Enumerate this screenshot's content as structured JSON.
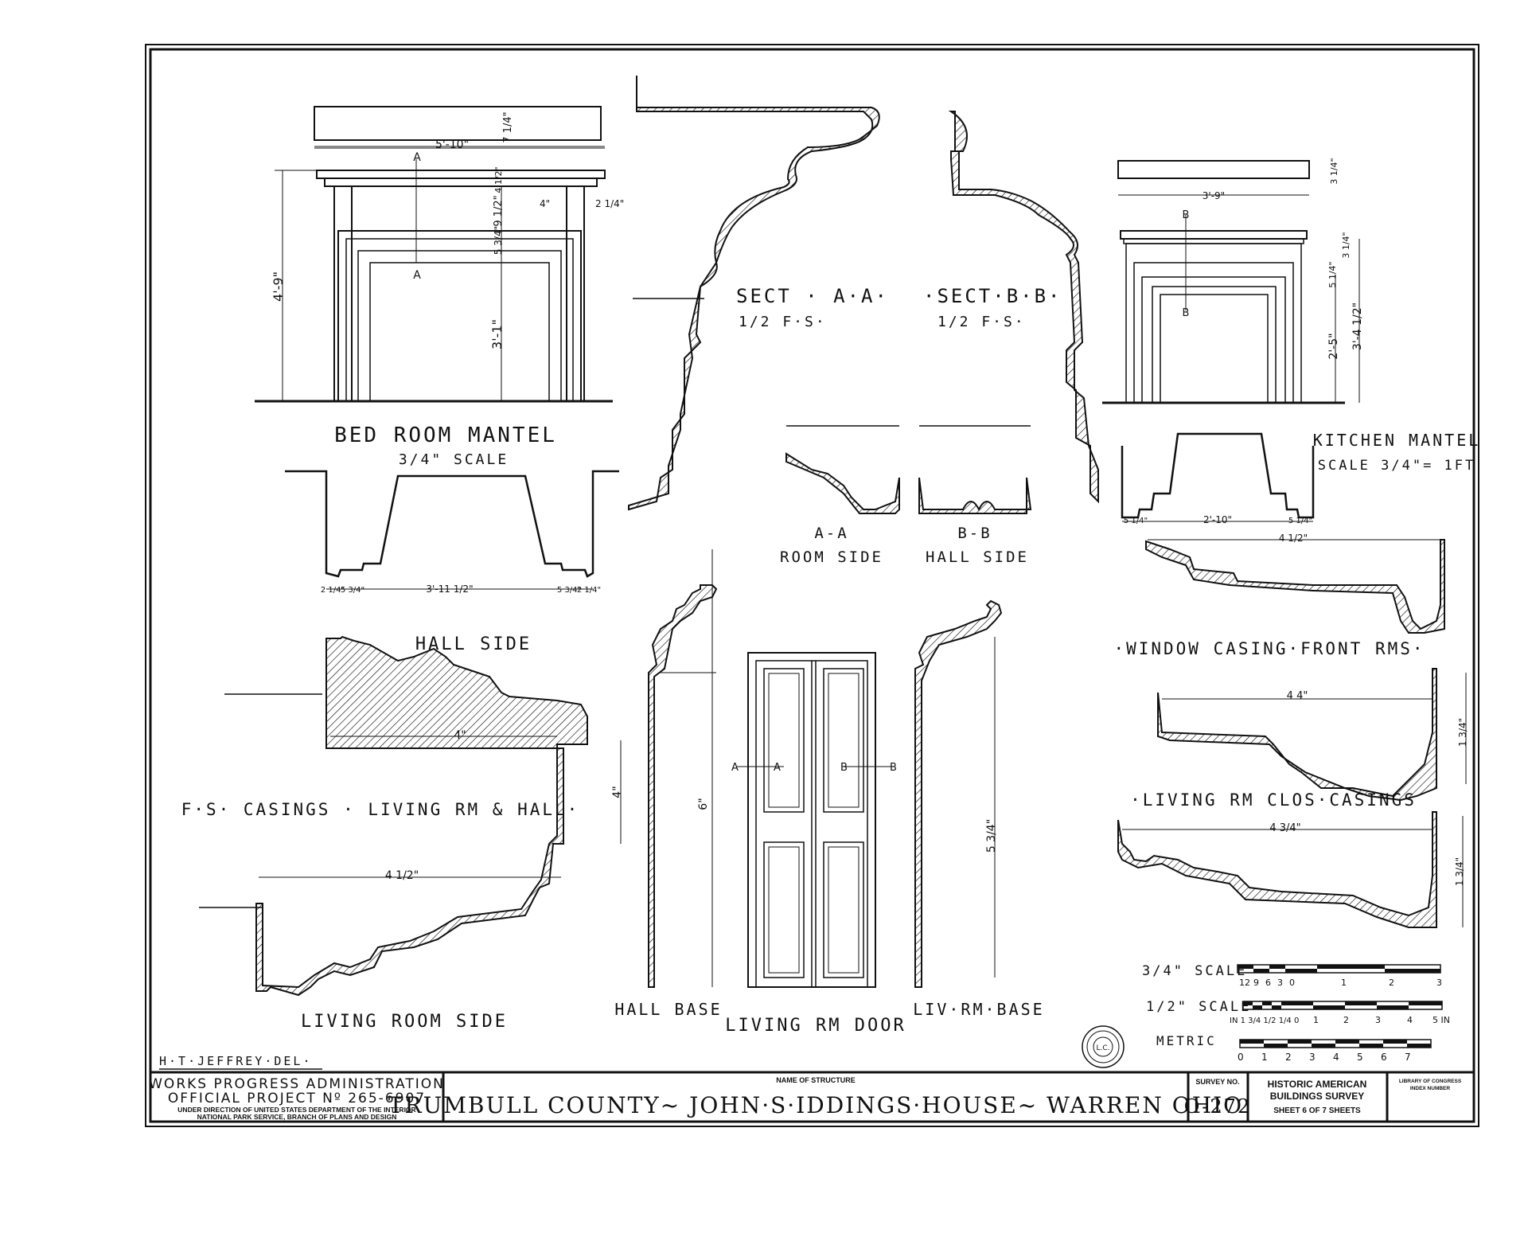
{
  "labels": {
    "bedroom_mantel": "BED ROOM  MANTEL",
    "bedroom_scale": "3/4\" SCALE",
    "sect_aa": "SECT · A·A·",
    "sect_aa_scale": "1/2 F·S·",
    "sect_bb": "·SECT·B·B·",
    "sect_bb_scale": "1/2 F·S·",
    "kitchen_mantel": "KITCHEN MANTEL",
    "kitchen_scale": "SCALE 3/4\"= 1FT",
    "hall_side_1": "HALL  SIDE",
    "aa_room_side_1": "A-A",
    "aa_room_side_2": "ROOM SIDE",
    "bb_hall_side_1": "B-B",
    "bb_hall_side_2": "HALL SIDE",
    "window_casing": "·WINDOW  CASING·FRONT RMS·",
    "fs_casings": "F·S· CASINGS · LIVING RM & HALL·",
    "living_clos": "·LIVING RM CLOS·CASINGS",
    "living_room_side": "LIVING  ROOM  SIDE",
    "hall_base": "HALL BASE",
    "living_rm_door": "LIVING RM DOOR",
    "liv_rm_base": "LIV·RM·BASE",
    "scale_34": "3/4\" SCALE",
    "scale_12": "1/2\" SCALE",
    "metric": "METRIC",
    "delineator": "H·T·JEFFREY·DEL·"
  },
  "dimensions": {
    "bm_top": "7 1/4\"",
    "bm_width": "5'-10\"",
    "bm_height": "4'-9\"",
    "bm_opening": "3'-1\"",
    "bm_frieze": "9 1/2\"",
    "bm_band": "5 3/4\"",
    "bm_side": "4\"",
    "bm_side2": "2 1/4\"",
    "bm_cap": "4 1/2\"",
    "hall_width": "3'-11 1/2\"",
    "hall_l1": "2 1/4\"",
    "hall_l2": "5 3/4\"",
    "hall_r1": "5 3/4\"",
    "hall_r2": "2 1/4\"",
    "km_top": "3 1/4\"",
    "km_width": "3'-9\"",
    "km_height": "3'-4 1/2\"",
    "km_opening": "2'-5\"",
    "km_a": "5 1/4\"",
    "km_b": "3 1/4\"",
    "km_base_w": "2'-10\"",
    "km_base_l": "5 1/4\"",
    "km_base_r": "5 1/4\"",
    "win_w": "4 1/2\"",
    "clos_w": "4 4\"",
    "clos_h": "1 3/4\"",
    "clos2_w": "4 3/4\"",
    "clos2_h": "1 3/4\"",
    "fs_w": "4\"",
    "fs_h": "4\"",
    "lrs_w": "4 1/2\"",
    "hall_base_h": "6\"",
    "liv_base_h": "5 3/4\"",
    "door_a": "A",
    "door_b": "B"
  },
  "scales": {
    "s34_ticks": [
      "12",
      "9",
      "6",
      "3",
      "0",
      "1",
      "2",
      "3"
    ],
    "s12_ticks": [
      "IN 1 3/4 1/2 1/4 0",
      "1",
      "2",
      "3",
      "4",
      "5 IN"
    ],
    "metric_ticks": [
      "0",
      "1",
      "2",
      "3",
      "4",
      "5",
      "6",
      "7"
    ]
  },
  "title_block": {
    "wpa_line1": "WORKS PROGRESS ADMINISTRATION",
    "wpa_line2": "OFFICIAL PROJECT Nº 265-6907",
    "wpa_line3": "UNDER DIRECTION OF UNITED STATES DEPARTMENT OF THE INTERIOR",
    "wpa_line4": "NATIONAL PARK SERVICE, BRANCH OF PLANS AND DESIGN",
    "name_label": "NAME OF STRUCTURE",
    "structure": "TRUMBULL COUNTY~ JOHN·S·IDDINGS·HOUSE~ WARREN OHIO",
    "survey_label": "SURVEY NO.",
    "survey_no": "O-272",
    "habs1": "HISTORIC AMERICAN",
    "habs2": "BUILDINGS SURVEY",
    "sheet": "SHEET 6 OF 7 SHEETS",
    "loc1": "LIBRARY OF CONGRESS",
    "loc2": "INDEX NUMBER",
    "seal": "L.C."
  }
}
